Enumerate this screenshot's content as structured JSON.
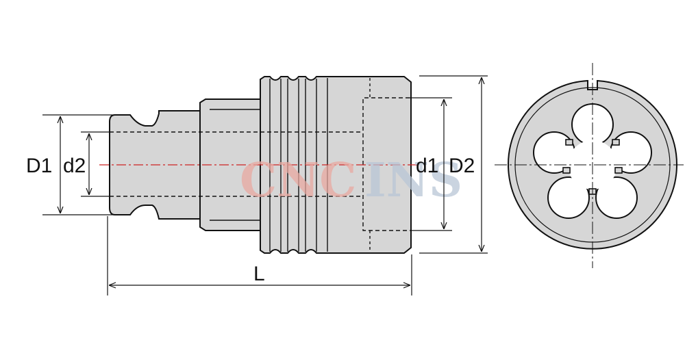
{
  "labels": {
    "D1": "D1",
    "d2": "d2",
    "d1": "d1",
    "D2": "D2",
    "L": "L"
  },
  "watermark": {
    "left": "CNC",
    "right": "INS",
    "left_color": "#e8a8a0",
    "right_color": "#b8c6d6"
  },
  "colors": {
    "body_fill": "#d6d6d6",
    "outline": "#111111",
    "centerline": "#cc2222"
  }
}
